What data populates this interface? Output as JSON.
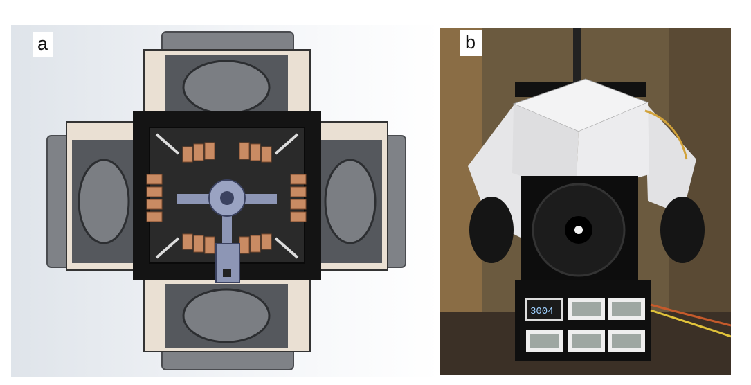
{
  "figure": {
    "panel_a": {
      "label": "a"
    },
    "panel_b": {
      "label": "b"
    },
    "display_readouts": [
      "3004"
    ]
  },
  "colors": {
    "frame_black": "#141414",
    "fan_grey": "#8e9196",
    "copper": "#c98b63",
    "cream_bracket": "#f0e8dc",
    "wall_brown": "#6b5a3f",
    "box_white": "#e9e9ea"
  }
}
